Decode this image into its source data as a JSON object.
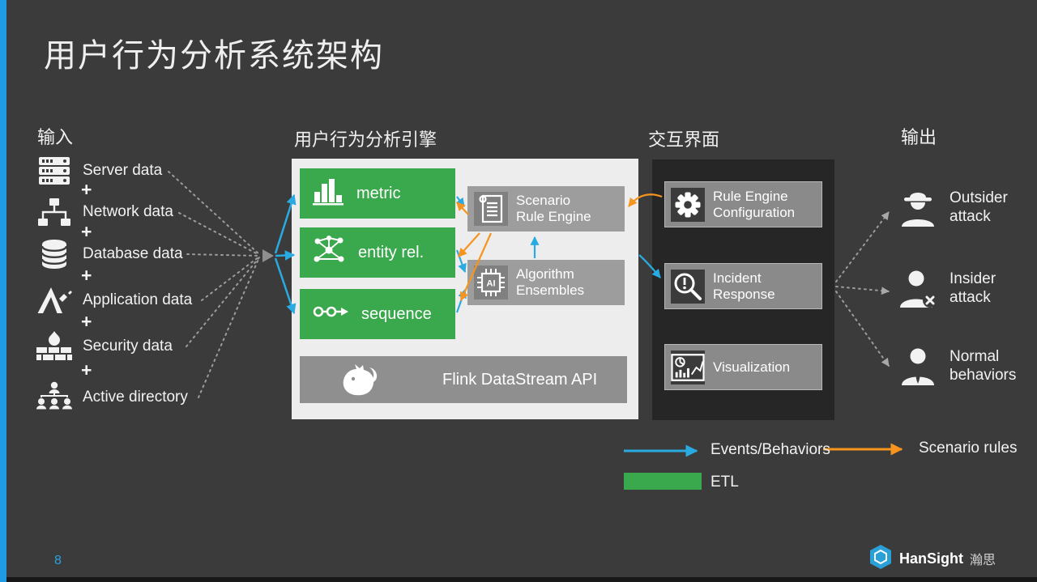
{
  "slide": {
    "title": "用户行为分析系统架构",
    "page_number": "8"
  },
  "sections": {
    "input": "输入",
    "engine": "用户行为分析引擎",
    "ui": "交互界面",
    "output": "输出"
  },
  "inputs": {
    "plus": "+",
    "items": [
      {
        "label": "Server data",
        "icon": "server-icon"
      },
      {
        "label": "Network data",
        "icon": "network-icon"
      },
      {
        "label": "Database data",
        "icon": "database-icon"
      },
      {
        "label": "Application data",
        "icon": "application-icon"
      },
      {
        "label": "Security data",
        "icon": "security-icon"
      },
      {
        "label": "Active directory",
        "icon": "active-directory-icon"
      }
    ]
  },
  "engine": {
    "green_boxes": [
      {
        "label": "metric",
        "icon": "bar-chart-icon"
      },
      {
        "label": "entity rel.",
        "icon": "entity-graph-icon"
      },
      {
        "label": "sequence",
        "icon": "sequence-icon"
      }
    ],
    "gray_boxes": [
      {
        "label": "Scenario Rule Engine",
        "icon": "scroll-icon"
      },
      {
        "label": "Algorithm Ensembles",
        "icon": "ai-chip-icon"
      }
    ],
    "flink": {
      "label": "Flink DataStream API",
      "icon": "flink-squirrel-icon"
    }
  },
  "ui_panel": {
    "boxes": [
      {
        "label": "Rule Engine Configuration",
        "icon": "gear-icon"
      },
      {
        "label": "Incident Response",
        "icon": "incident-search-icon"
      },
      {
        "label": "Visualization",
        "icon": "visualization-icon"
      }
    ]
  },
  "outputs": {
    "items": [
      {
        "label": "Outsider attack",
        "icon": "outsider-attack-icon"
      },
      {
        "label": "Insider attack",
        "icon": "insider-attack-icon"
      },
      {
        "label": "Normal behaviors",
        "icon": "normal-user-icon"
      }
    ]
  },
  "legend": {
    "events": "Events/Behaviors",
    "scenario": "Scenario rules",
    "etl": "ETL"
  },
  "footer": {
    "brand": "HanSight",
    "brand_cn": "瀚思"
  },
  "colors": {
    "accent_blue": "#29abe2",
    "accent_orange": "#f7941e",
    "accent_green": "#3aa94d",
    "panel_light": "#ededed",
    "panel_dark": "#262626",
    "background": "#3b3b3b"
  }
}
